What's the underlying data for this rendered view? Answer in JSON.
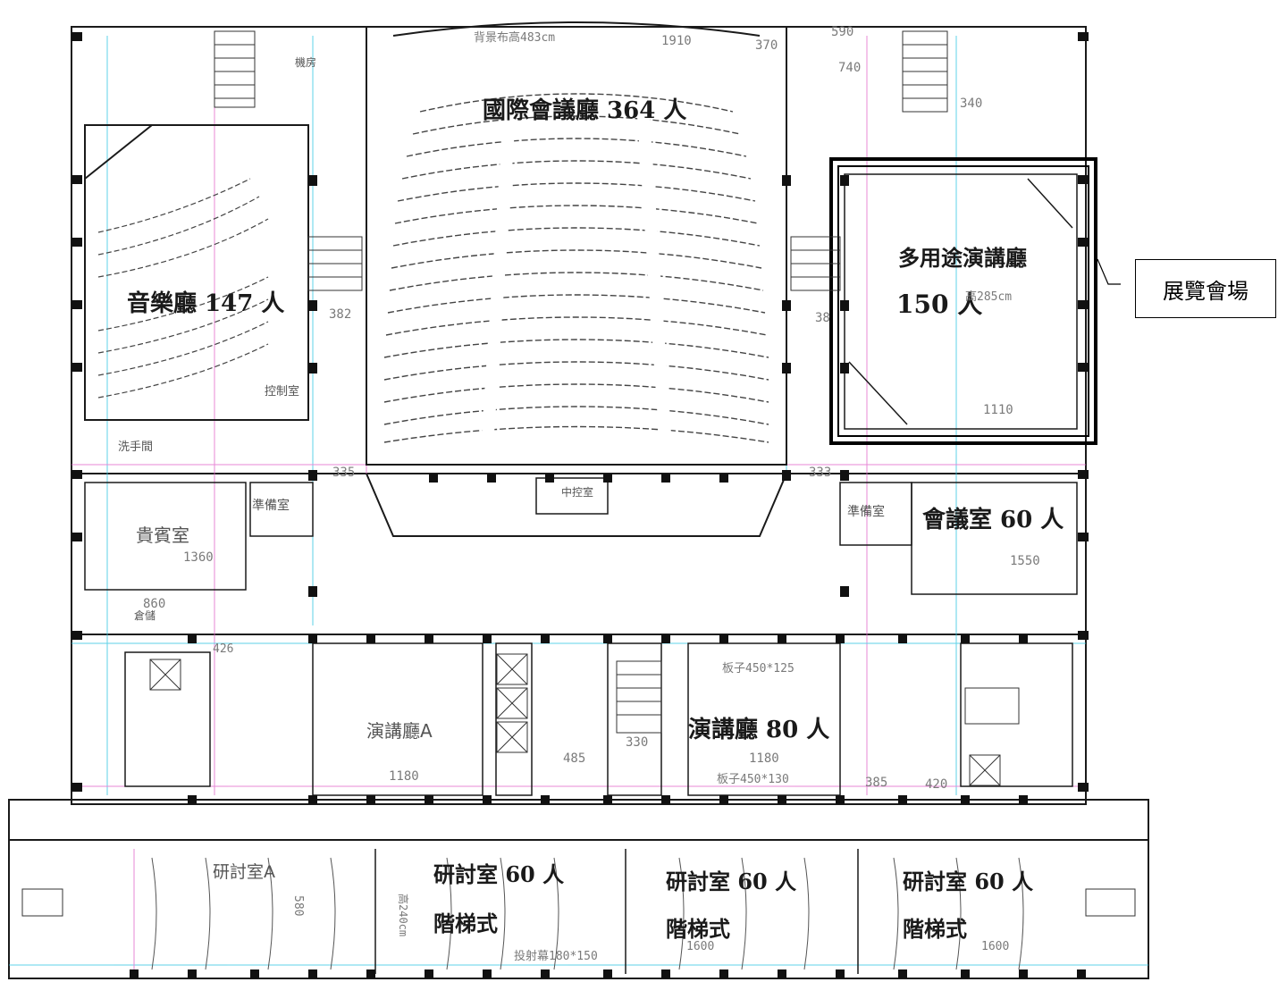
{
  "rooms": {
    "intl_hall": "國際會議廳 364 人",
    "music_hall": "音樂廳 147 人",
    "multi_hall_title": "多用途演講廳",
    "multi_hall_cap": "150 人",
    "meeting_room": "會議室 60 人",
    "lecture_a": "演講廳A",
    "lecture_80": "演講廳 80 人",
    "seminar_a": "研討室A",
    "seminar_1": "研討室 60 人",
    "seminar_1_sub": "階梯式",
    "seminar_2": "研討室 60 人",
    "seminar_2_sub": "階梯式",
    "seminar_3": "研討室 60 人",
    "seminar_3_sub": "階梯式",
    "vip_room": "貴賓室",
    "prep_room_left": "準備室",
    "prep_room_right": "準備室",
    "control_room": "控制室",
    "washroom": "洗手間",
    "machine_room": "機房",
    "central_control": "中控室",
    "storage": "倉儲"
  },
  "dimensions": {
    "stage_height": "背景布高483cm",
    "d1910": "1910",
    "d370": "370",
    "d590": "590",
    "d740": "740",
    "d340": "340",
    "d382": "382",
    "d385_left": "38",
    "d335": "335",
    "d333": "333",
    "d1110": "1110",
    "d285": "高285cm",
    "d1360": "1360",
    "d1550": "1550",
    "d1180a": "1180",
    "d1180b": "1180",
    "d330": "330",
    "d485": "485",
    "d385": "385",
    "d420": "420",
    "d1600a": "1600",
    "d1600b": "1600",
    "board1": "板子450*125",
    "board2": "板子450*130",
    "board3": "投射幕180*150",
    "d2400": "高240cm",
    "d580": "580",
    "d860": "860",
    "d426": "426"
  },
  "legend": {
    "label": "展覽會場"
  },
  "colors": {
    "wall": "#1a1a1a",
    "column": "#111111",
    "highlight": "#000000",
    "accent_cyan": "#29c4e0",
    "accent_magenta": "#e060c8",
    "seat": "#444444"
  }
}
